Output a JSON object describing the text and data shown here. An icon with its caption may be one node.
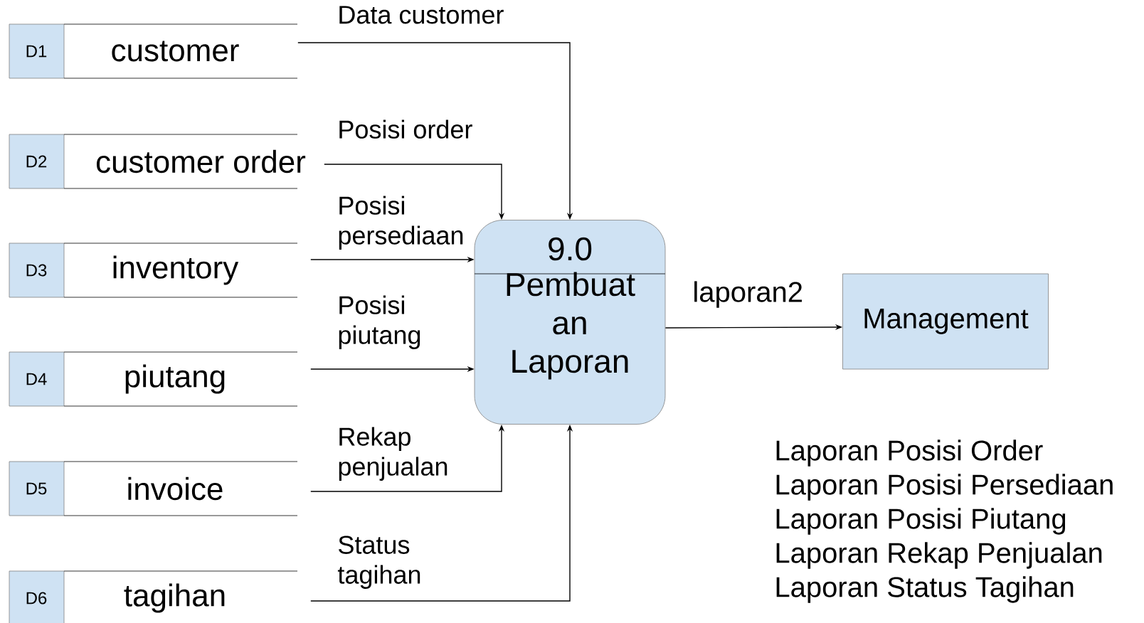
{
  "diagram": {
    "nodes": [
      {
        "text": [
          "D1",
          "customer"
        ]
      },
      {
        "text": [
          "D2",
          "customer order"
        ]
      },
      {
        "text": [
          "D3",
          "inventory"
        ]
      },
      {
        "text": [
          "D4",
          "piutang"
        ]
      },
      {
        "text": [
          "D5",
          "invoice"
        ]
      },
      {
        "text": [
          "D6",
          "tagihan"
        ]
      },
      {
        "text": [
          "9.0",
          "Pembuat an Laporan"
        ]
      },
      {
        "text": [
          "Management"
        ]
      }
    ],
    "edges": [
      {
        "from": 0,
        "to": 6,
        "arrow": "to",
        "label": "Data customer"
      },
      {
        "from": 1,
        "to": 6,
        "arrow": "to",
        "label": "Posisi order"
      },
      {
        "from": 2,
        "to": 6,
        "arrow": "to",
        "label": "Posisi persediaan"
      },
      {
        "from": 3,
        "to": 6,
        "arrow": "to",
        "label": "Posisi piutang"
      },
      {
        "from": 4,
        "to": 6,
        "arrow": "to",
        "label": "Rekap penjualan"
      },
      {
        "from": 5,
        "to": 6,
        "arrow": "to",
        "label": "Status tagihan"
      },
      {
        "from": 6,
        "to": 7,
        "arrow": "to",
        "label": "laporan2"
      }
    ],
    "labels": [
      "Laporan Posisi Order",
      "Laporan Posisi Persediaan",
      "Laporan Posisi Piutang",
      "Laporan Rekap Penjualan",
      "Laporan Status Tagihan"
    ]
  }
}
